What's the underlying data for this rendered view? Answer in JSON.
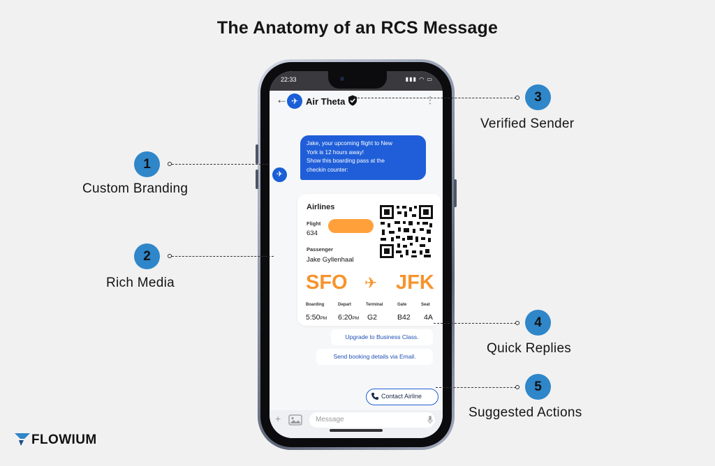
{
  "title": "The Anatomy of an RCS Message",
  "status_bar": {
    "time": "22:33",
    "icons": "▮▮▮ ◠ ▭"
  },
  "app_bar": {
    "brand_name": "Air Theta",
    "back_icon": "arrow-left-icon",
    "verified_icon": "shield-check-icon",
    "menu_icon": "kebab-menu-icon"
  },
  "message": {
    "lines": [
      "Jake, your upcoming flight to New",
      "York is 12 hours away!",
      "Show this boarding pass at the",
      "checkin counter:"
    ]
  },
  "boarding_pass": {
    "heading": "Airlines",
    "flight_label": "Flight",
    "flight_number": "634",
    "passenger_label": "Passenger",
    "passenger_name": "Jake Gyllenhaal",
    "origin": "SFO",
    "destination": "JFK",
    "columns": [
      {
        "label": "Boarding",
        "value": "5:50",
        "suffix": "PM"
      },
      {
        "label": "Depart",
        "value": "6:20",
        "suffix": "PM"
      },
      {
        "label": "Terminal",
        "value": "G2",
        "suffix": ""
      },
      {
        "label": "Gate",
        "value": "B42",
        "suffix": ""
      },
      {
        "label": "Seat",
        "value": "4A",
        "suffix": ""
      }
    ]
  },
  "quick_replies": [
    "Upgrade to Business Class.",
    "Send booking details via Email."
  ],
  "suggested_action": {
    "label": "Contact Airline",
    "icon": "phone-icon"
  },
  "composer": {
    "placeholder": "Message"
  },
  "callouts": [
    {
      "number": "1",
      "label": "Custom Branding"
    },
    {
      "number": "2",
      "label": "Rich Media"
    },
    {
      "number": "3",
      "label": "Verified Sender"
    },
    {
      "number": "4",
      "label": "Quick Replies"
    },
    {
      "number": "5",
      "label": "Suggested Actions"
    }
  ],
  "logo": {
    "text": "FLOWIUM"
  },
  "colors": {
    "accent_blue": "#1f5ed8",
    "badge_blue": "#2f86c9",
    "orange": "#f7932c",
    "background": "#f1f1f1"
  }
}
